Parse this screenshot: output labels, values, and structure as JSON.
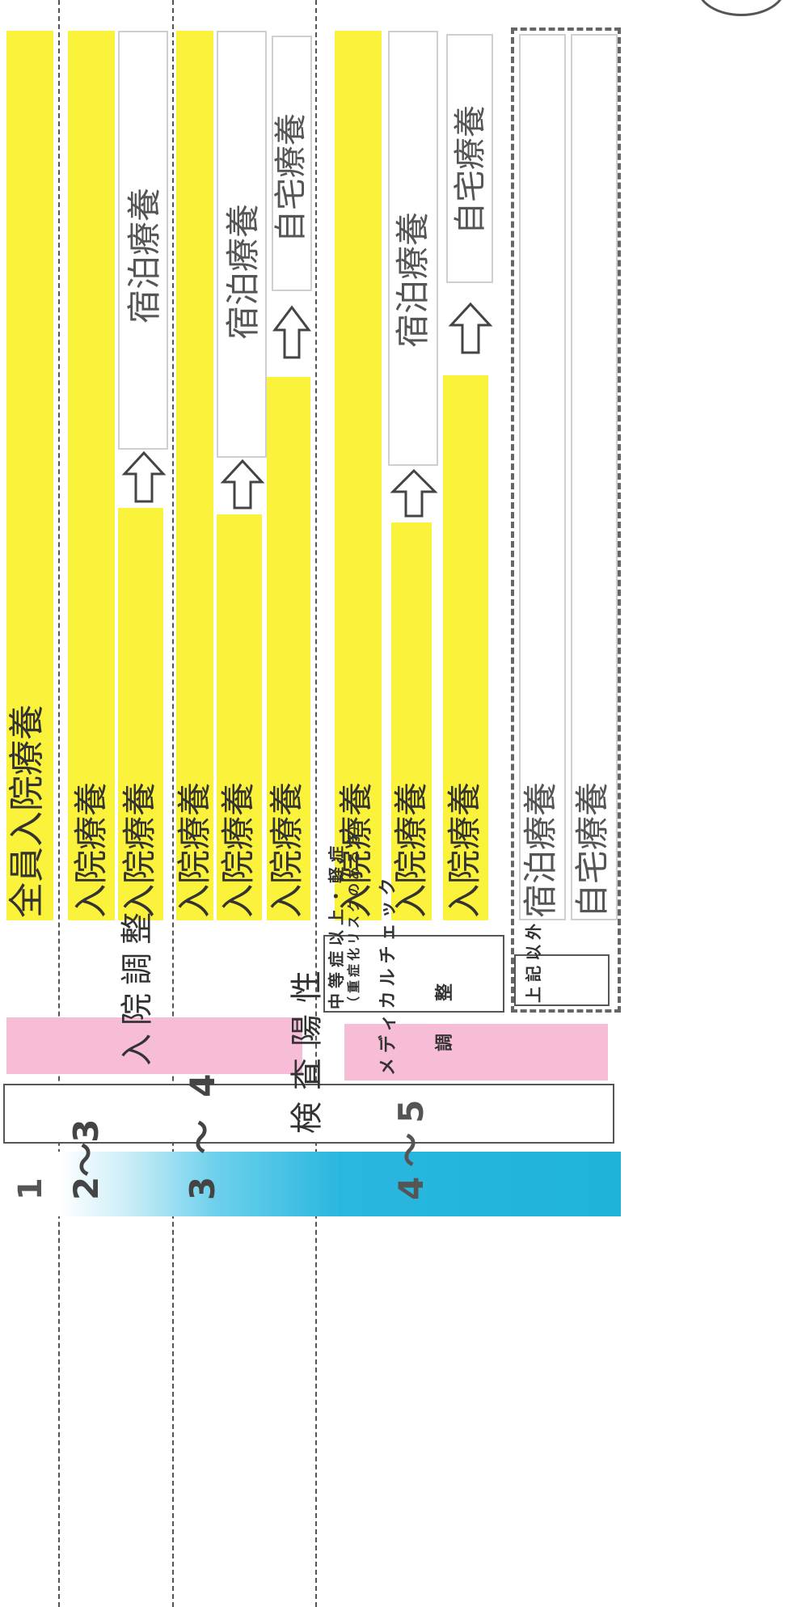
{
  "title_circle": "(",
  "bars": {
    "level1_full_hospitalization": "全員入院療養",
    "hospitalization": "入院療養",
    "hotel_care": "宿泊療養",
    "home_care": "自宅療養"
  },
  "adjust": {
    "hospital_adjust": "入院調整",
    "medical_check_adjust_line1": "メディカルチェック",
    "medical_check_adjust_line2": "調整"
  },
  "criteria": {
    "moderate_or_above": "中等症以上・軽症",
    "risk_note": "（重症化リスクのある方）",
    "others": "上記以外"
  },
  "positive_label": "検査陽性",
  "levels": {
    "l1": "1",
    "l2": "2～3",
    "l3": "3～4",
    "l4": "4～5"
  },
  "colors": {
    "yellow": "#fbf23b",
    "pink": "#f8bdd6",
    "cyan": "#1fb3d9"
  }
}
